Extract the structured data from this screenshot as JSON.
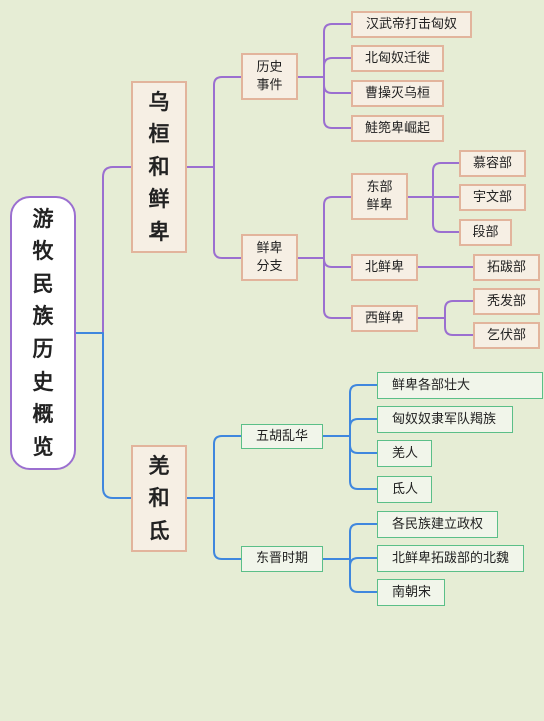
{
  "root": {
    "label": "游\n牧\n民\n族\n历\n史\n概\n览"
  },
  "branch1": {
    "label": "乌\n桓\n和\n鲜\n卑",
    "groups": [
      {
        "label": "历史\n事件",
        "items": [
          "汉武帝打击匈奴",
          "北匈奴迁徙",
          "曹操灭乌桓",
          "鮭篼卑崛起"
        ]
      },
      {
        "label": "鲜卑\n分支",
        "subgroups": [
          {
            "label": "东部\n鲜卑",
            "items": [
              "慕容部",
              "宇文部",
              "段部"
            ]
          },
          {
            "label": "北鲜卑",
            "items": [
              "拓跋部"
            ]
          },
          {
            "label": "西鲜卑",
            "items": [
              "秃发部",
              "乞伏部"
            ]
          }
        ]
      }
    ]
  },
  "branch2": {
    "label": "羌\n和\n氐",
    "groups": [
      {
        "label": "五胡乱华",
        "items": [
          "鲜卑各部壮大",
          "匈奴奴隶军队羯族",
          "羌人",
          "氐人"
        ]
      },
      {
        "label": "东晋时期",
        "items": [
          "各民族建立政权",
          "北鲜卑拓跋部的北魏",
          "南朝宋"
        ]
      }
    ]
  },
  "colors": {
    "purple": "#9b6fd0",
    "blue": "#3f87de",
    "peach": "#e2b49c",
    "green": "#5bbf88",
    "background": "#e6edd5"
  }
}
